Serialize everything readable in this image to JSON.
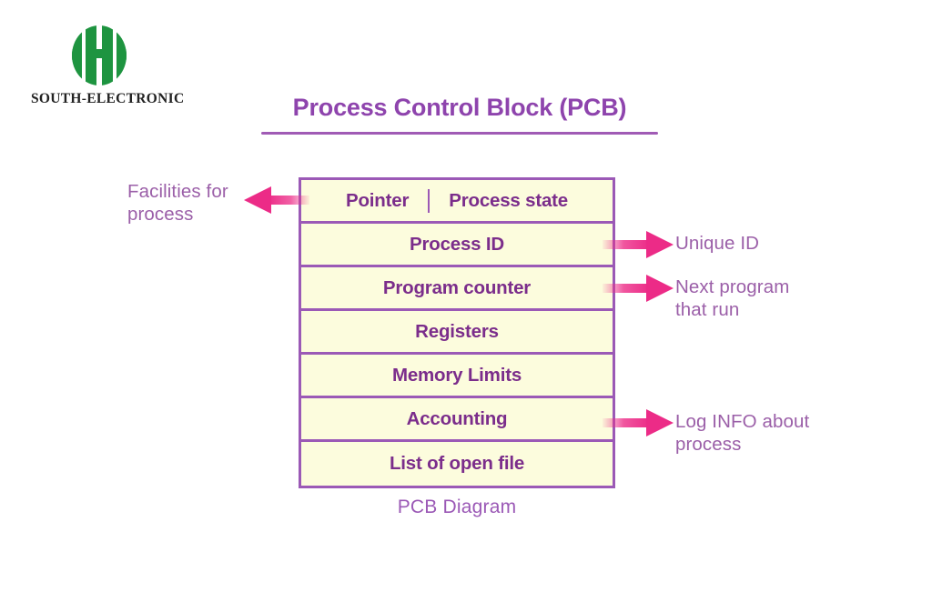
{
  "brand": {
    "name": "SOUTH-ELECTRONIC",
    "logo_icon": "south-electronic-logo-icon",
    "logo_color": "#1E9440"
  },
  "title": {
    "text": "Process Control Block (PCB)",
    "color": "#8E44AD"
  },
  "diagram": {
    "caption": "PCB Diagram",
    "border_color": "#9B59B6",
    "fill_color": "#FCFCDD",
    "label_color": "#7B2D8B",
    "rows": [
      {
        "label_left": "Pointer",
        "label_right": "Process state",
        "split": true
      },
      {
        "label": "Process ID",
        "split": false
      },
      {
        "label": "Program counter",
        "split": false
      },
      {
        "label": "Registers",
        "split": false
      },
      {
        "label": "Memory Limits",
        "split": false
      },
      {
        "label": "Accounting",
        "split": false
      },
      {
        "label": "List of open file",
        "split": false
      }
    ]
  },
  "annotations": {
    "arrow_color": "#EC2B87",
    "text_color": "#9B5FA8",
    "left": {
      "line1": "Facilities for",
      "line2": "process",
      "icon": "arrow-left-icon"
    },
    "process_id": {
      "line1": "Unique ID",
      "line2": "",
      "icon": "arrow-right-icon"
    },
    "program_counter": {
      "line1": "Next program",
      "line2": "that run",
      "icon": "arrow-right-icon"
    },
    "accounting": {
      "line1": "Log INFO about",
      "line2": "process",
      "icon": "arrow-right-icon"
    }
  }
}
